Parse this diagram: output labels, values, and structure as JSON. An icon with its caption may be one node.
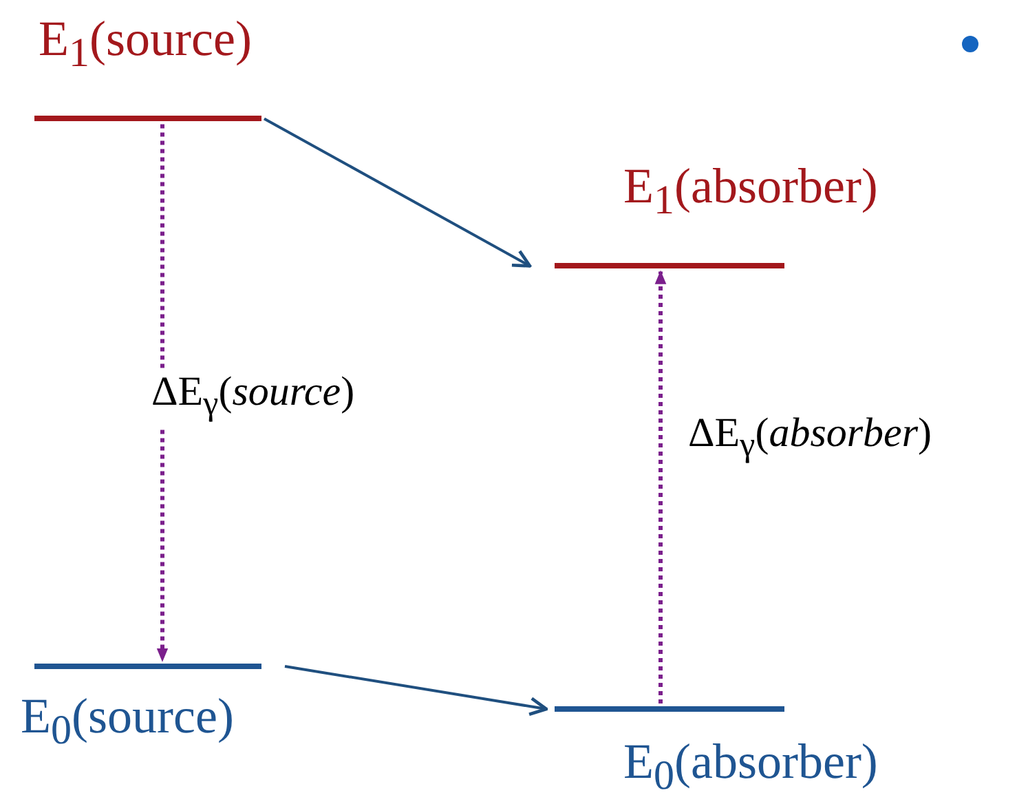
{
  "diagram": {
    "nodes": [
      {
        "text": [
          "E$_{1}$(source)"
        ]
      },
      {
        "text": [
          "E$_{1}$(absorber)"
        ]
      },
      {
        "text": [
          "E$_{0}$(source)"
        ]
      },
      {
        "text": [
          "E$_{0}$(absorber)"
        ]
      }
    ],
    "edges": [
      {
        "from": 0,
        "to": 1,
        "arrow": "to"
      },
      {
        "from": 2,
        "to": 3,
        "arrow": "to"
      },
      {
        "from": 0,
        "to": 2,
        "arrow": "to",
        "label": "ΔE$_{γ}$(*source*)",
        "style": "dashed",
        "color": "#7b1f8c"
      },
      {
        "from": 3,
        "to": 1,
        "arrow": "to",
        "label": "ΔE$_{γ}$(*absorber*)",
        "style": "dashed",
        "color": "#7b1f8c"
      }
    ]
  }
}
